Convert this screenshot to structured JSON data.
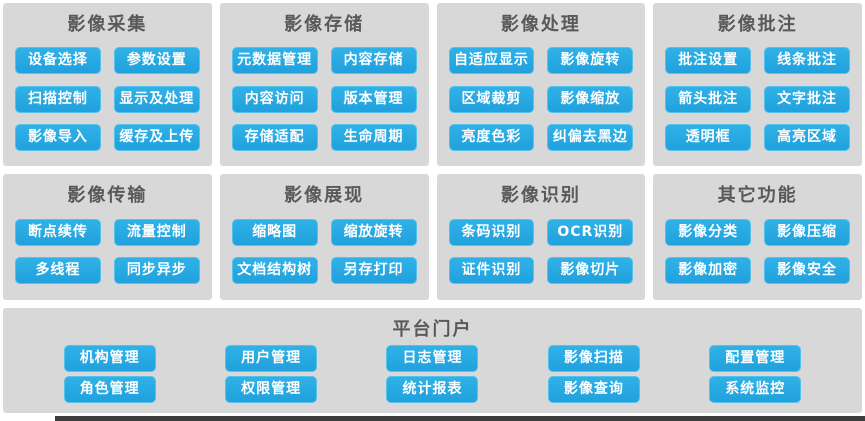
{
  "colors": {
    "button_blue": "#29a9e1",
    "button_border_blue": "#55c2ec",
    "panel_gray": "#d8d8d8",
    "title_gray": "#595959",
    "button_text": "#ffffff",
    "footer_bar": "#3d3d3d"
  },
  "panels": [
    {
      "title": "影像采集",
      "buttons": [
        "设备选择",
        "参数设置",
        "扫描控制",
        "显示及处理",
        "影像导入",
        "缓存及上传"
      ]
    },
    {
      "title": "影像存储",
      "buttons": [
        "元数据管理",
        "内容存储",
        "内容访问",
        "版本管理",
        "存储适配",
        "生命周期"
      ]
    },
    {
      "title": "影像处理",
      "buttons": [
        "自适应显示",
        "影像旋转",
        "区域裁剪",
        "影像缩放",
        "亮度色彩",
        "纠偏去黑边"
      ]
    },
    {
      "title": "影像批注",
      "buttons": [
        "批注设置",
        "线条批注",
        "箭头批注",
        "文字批注",
        "透明框",
        "高亮区域"
      ]
    },
    {
      "title": "影像传输",
      "buttons": [
        "断点续传",
        "流量控制",
        "多线程",
        "同步异步"
      ]
    },
    {
      "title": "影像展现",
      "buttons": [
        "缩略图",
        "缩放旋转",
        "文档结构树",
        "另存打印"
      ]
    },
    {
      "title": "影像识别",
      "buttons": [
        "条码识别",
        "OCR识别",
        "证件识别",
        "影像切片"
      ]
    },
    {
      "title": "其它功能",
      "buttons": [
        "影像分类",
        "影像压缩",
        "影像加密",
        "影像安全"
      ]
    }
  ],
  "portal": {
    "title": "平台门户",
    "buttons": [
      "机构管理",
      "角色管理",
      "用户管理",
      "权限管理",
      "日志管理",
      "统计报表",
      "影像扫描",
      "影像查询",
      "配置管理",
      "系统监控"
    ]
  }
}
